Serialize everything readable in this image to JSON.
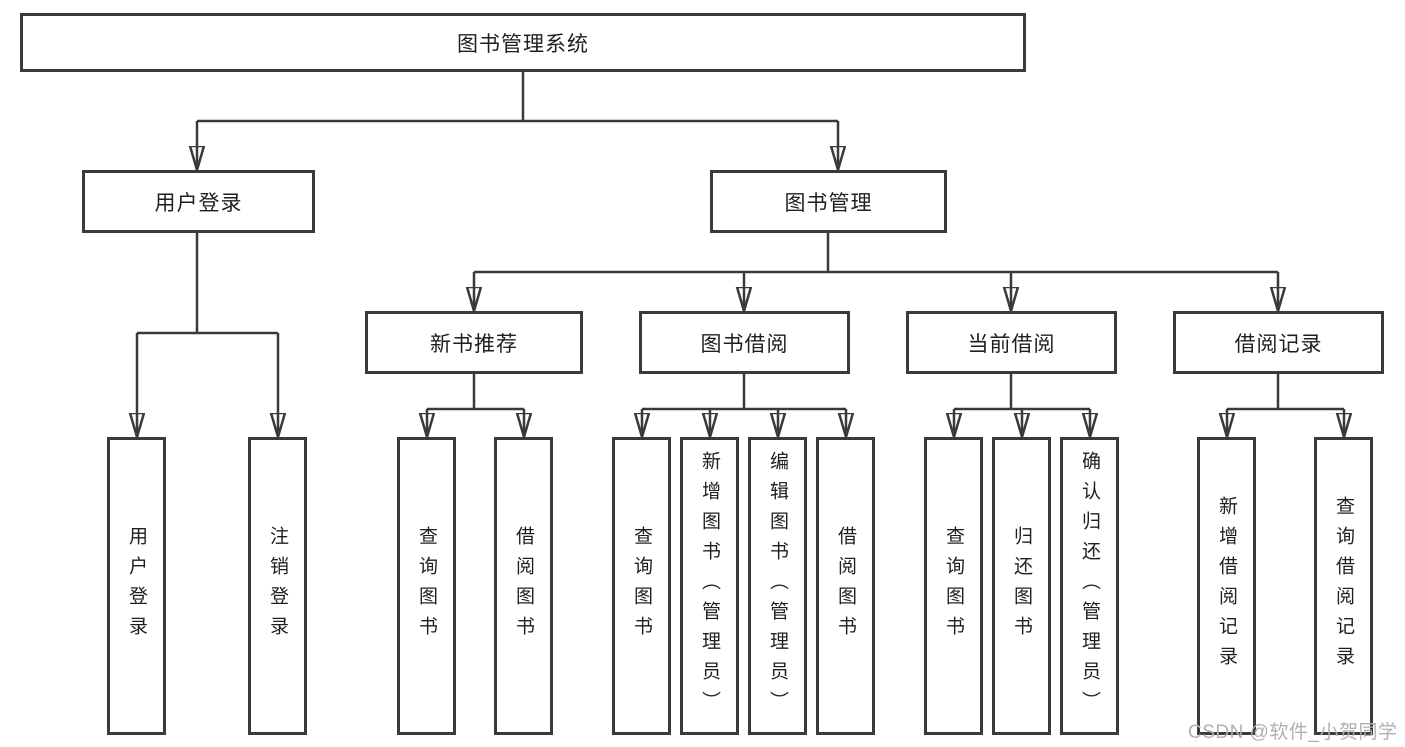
{
  "colors": {
    "line": "#3a3a3a",
    "text": "#1f1f1f",
    "background": "#ffffff",
    "watermark_text_color": "#b0b0b0"
  },
  "watermark": "CSDN @软件_小贺同学",
  "tree": {
    "root": {
      "label": "图书管理系统",
      "children": [
        {
          "label": "用户登录",
          "children": [
            {
              "label": "用户登录"
            },
            {
              "label": "注销登录"
            }
          ]
        },
        {
          "label": "图书管理",
          "children": [
            {
              "label": "新书推荐",
              "children": [
                {
                  "label": "查询图书"
                },
                {
                  "label": "借阅图书"
                }
              ]
            },
            {
              "label": "图书借阅",
              "children": [
                {
                  "label": "查询图书"
                },
                {
                  "label": "新增图书（管理员）"
                },
                {
                  "label": "编辑图书（管理员）"
                },
                {
                  "label": "借阅图书"
                }
              ]
            },
            {
              "label": "当前借阅",
              "children": [
                {
                  "label": "查询图书"
                },
                {
                  "label": "归还图书"
                },
                {
                  "label": "确认归还（管理员）"
                }
              ]
            },
            {
              "label": "借阅记录",
              "children": [
                {
                  "label": "新增借阅记录"
                },
                {
                  "label": "查询借阅记录"
                }
              ]
            }
          ]
        }
      ]
    }
  }
}
